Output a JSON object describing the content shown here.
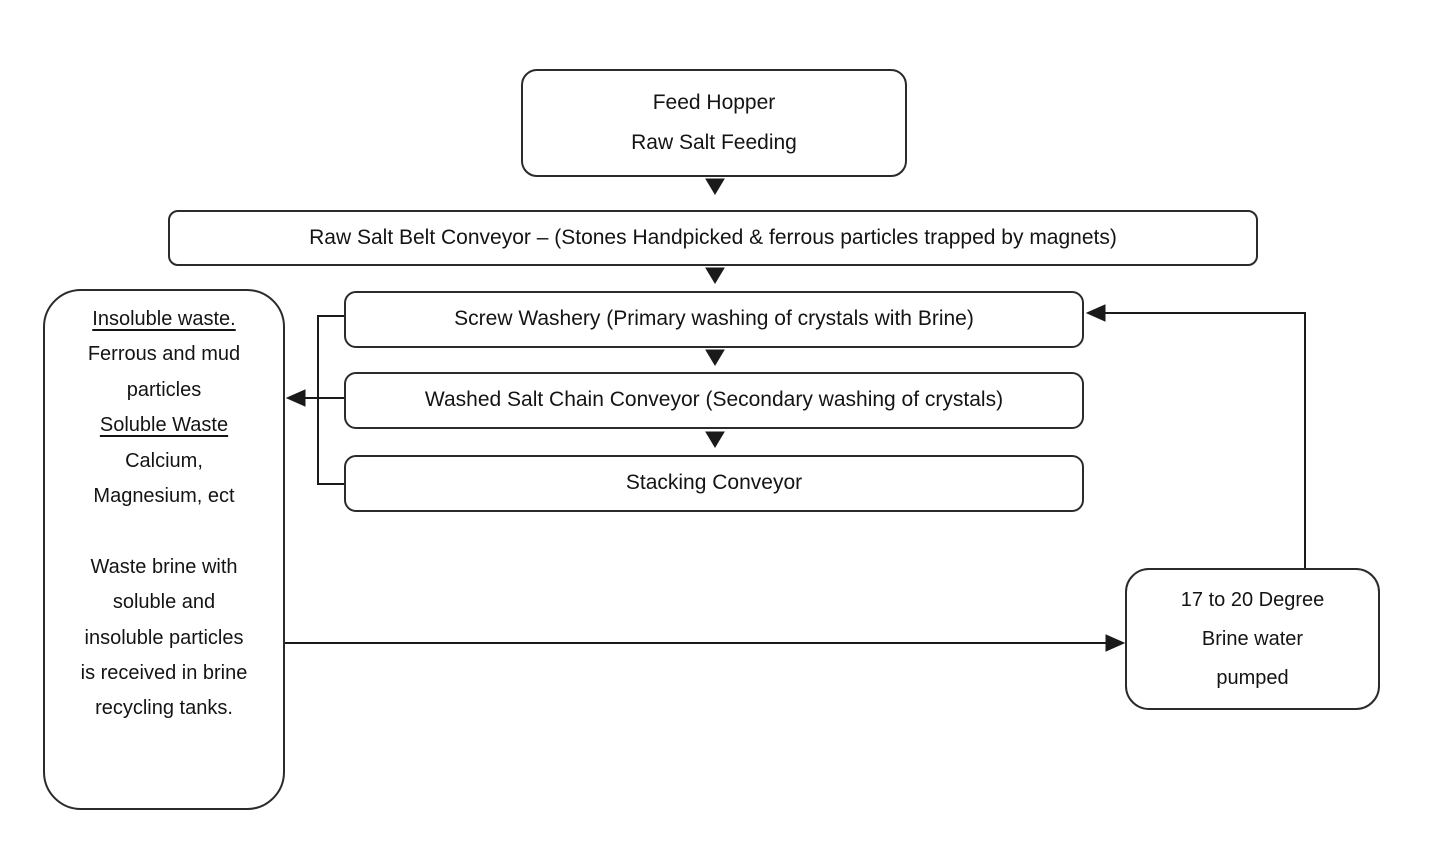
{
  "diagram": {
    "type": "flowchart",
    "subject": "Raw salt washing process",
    "colors": {
      "background": "#ffffff",
      "box_border": "#2b2b2b",
      "box_fill": "#ffffff",
      "text": "#141414",
      "connector": "#1a1a1a"
    },
    "nodes": {
      "feed_hopper": {
        "line1": "Feed Hopper",
        "line2": "Raw Salt Feeding"
      },
      "belt_conveyor": {
        "label": "Raw Salt Belt Conveyor – (Stones Handpicked & ferrous particles trapped by magnets)"
      },
      "screw_washery": {
        "label": "Screw Washery (Primary washing of crystals with Brine)"
      },
      "chain_conveyor": {
        "label": "Washed Salt Chain Conveyor (Secondary washing of crystals)"
      },
      "stacking_conveyor": {
        "label": "Stacking Conveyor"
      },
      "waste_box": {
        "lines": [
          "Insoluble waste.",
          "Ferrous and mud",
          "particles",
          "Soluble Waste",
          "Calcium,",
          "Magnesium, ect",
          "",
          "Waste brine with",
          "soluble and",
          "insoluble particles",
          "is received in brine",
          "recycling tanks."
        ]
      },
      "brine_box": {
        "line1": "17 to 20 Degree",
        "line2": "Brine water",
        "line3": "pumped"
      }
    },
    "edges": [
      {
        "from": "feed_hopper",
        "to": "belt_conveyor",
        "style": "arrow-down"
      },
      {
        "from": "belt_conveyor",
        "to": "screw_washery",
        "style": "arrow-down"
      },
      {
        "from": "screw_washery",
        "to": "chain_conveyor",
        "style": "arrow-down"
      },
      {
        "from": "chain_conveyor",
        "to": "stacking_conveyor",
        "style": "arrow-down"
      },
      {
        "from": [
          "screw_washery",
          "chain_conveyor",
          "stacking_conveyor"
        ],
        "to": "waste_box",
        "style": "bracket-arrow-left"
      },
      {
        "from": "waste_box",
        "to": "brine_box",
        "style": "arrow-right"
      },
      {
        "from": "brine_box",
        "to": "screw_washery",
        "style": "elbow-arrow-left"
      }
    ]
  }
}
